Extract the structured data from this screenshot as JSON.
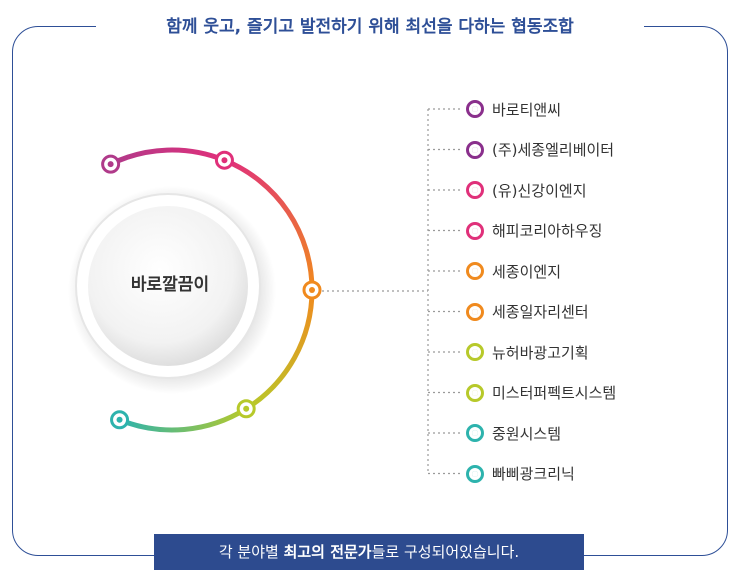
{
  "headline": "함께 웃고, 즐기고 발전하기 위해 최선을 다하는 협동조합",
  "hub": {
    "label": "바로깔끔이"
  },
  "arc_colors": [
    "#b03a8a",
    "#e0307a",
    "#f08a1e",
    "#b7c92a",
    "#2db3ad"
  ],
  "members": [
    {
      "name": "바로티앤씨",
      "color": "#8a2f8c"
    },
    {
      "name": "(주)세종엘리베이터",
      "color": "#8a2f8c"
    },
    {
      "name": "(유)신강이엔지",
      "color": "#e0307a"
    },
    {
      "name": "해피코리아하우징",
      "color": "#e0307a"
    },
    {
      "name": "세종이엔지",
      "color": "#f08a1e"
    },
    {
      "name": "세종일자리센터",
      "color": "#f08a1e"
    },
    {
      "name": "뉴허바광고기획",
      "color": "#b7c92a"
    },
    {
      "name": "미스터퍼펙트시스템",
      "color": "#b7c92a"
    },
    {
      "name": "중원시스템",
      "color": "#2db3ad"
    },
    {
      "name": "빠삐광크리닉",
      "color": "#2db3ad"
    }
  ],
  "footer": {
    "prefix": "각 분야별 ",
    "emphasis": "최고의 전문가",
    "suffix": "들로 구성되어있습니다."
  }
}
